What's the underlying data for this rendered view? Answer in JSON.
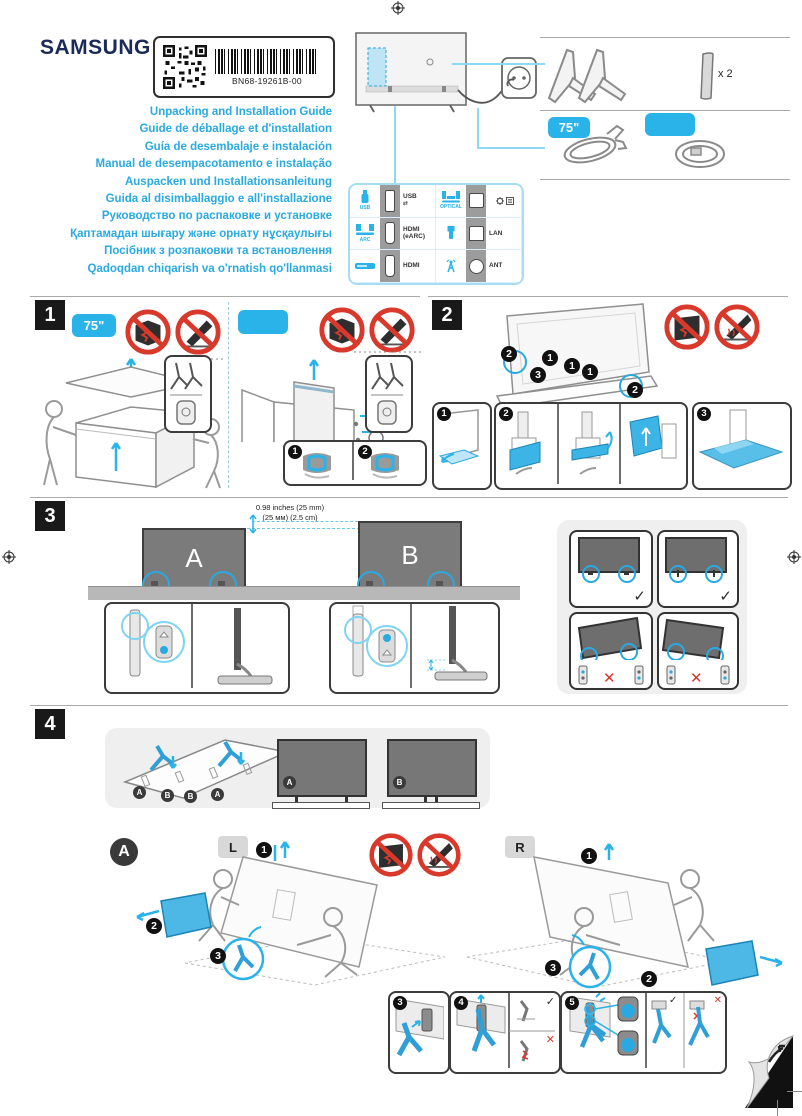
{
  "header": {
    "brand": "SAMSUNG",
    "part_number": "BN68-19261B-00",
    "titles": [
      "Unpacking and Installation Guide",
      "Guide de déballage et d'installation",
      "Guía de desembalaje e instalación",
      "Manual de desempacotamento e instalação",
      "Auspacken und Installationsanleitung",
      "Guida al disimballaggio e all'installazione",
      "Руководство по распаковке и установке",
      "Қаптамадан шығару және орнату нұсқаулығы",
      "Посібник з розпаковки та встановлення",
      "Qadoqdan chiqarish va o'rnatish qo'llanmasi"
    ]
  },
  "accessories": {
    "size_badge": "75\"",
    "cover_count": "x 2"
  },
  "ports": {
    "usb_source": "USB",
    "arc_source": "ARC",
    "optical_source": "OPTICAL",
    "usb": "USB",
    "hdmi_earc_1": "HDMI",
    "hdmi_earc_2": "(eARC)",
    "hdmi": "HDMI",
    "lan": "LAN",
    "ant": "ANT"
  },
  "sections": {
    "one": {
      "number": "1",
      "size_badge": "75\"",
      "steps": [
        "1",
        "2"
      ]
    },
    "two": {
      "number": "2",
      "callouts": [
        "2",
        "1",
        "1",
        "1",
        "3",
        "2"
      ],
      "steps": [
        "1",
        "2",
        "3"
      ]
    },
    "three": {
      "number": "3",
      "measure_line1": "0.98 inches (25 mm)",
      "measure_line2": "(25 мм) (2.5 cm)",
      "tv_a": "A",
      "tv_b": "B",
      "check": "✓",
      "cross": "✕"
    },
    "four": {
      "number": "4",
      "variant_label": "A",
      "left_badge": "L",
      "right_badge": "R",
      "sheet_labels": [
        "A",
        "B",
        "B",
        "A"
      ],
      "tv_a": "A",
      "tv_b": "B",
      "left_steps": [
        "1",
        "2",
        "3"
      ],
      "right_steps": [
        "1",
        "2",
        "3"
      ],
      "bottom_steps": [
        "3",
        "4",
        "5"
      ],
      "check": "✓",
      "cross": "✕"
    }
  }
}
